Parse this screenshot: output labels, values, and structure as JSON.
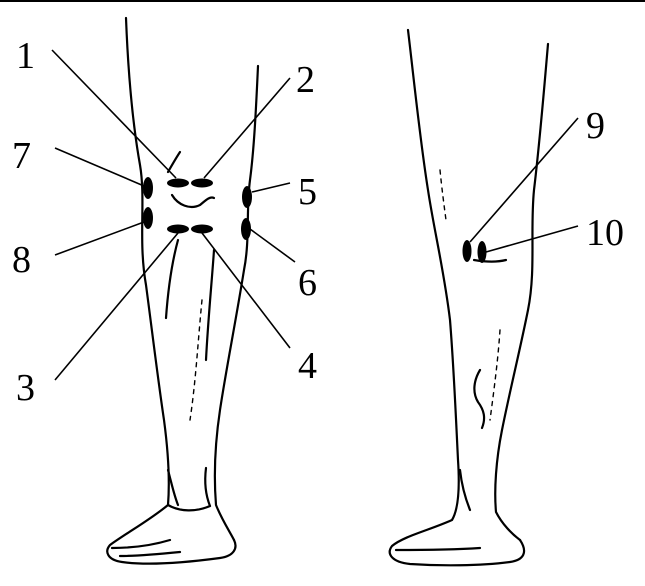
{
  "markers": [
    {
      "id": "1",
      "label": "1"
    },
    {
      "id": "2",
      "label": "2"
    },
    {
      "id": "3",
      "label": "3"
    },
    {
      "id": "4",
      "label": "4"
    },
    {
      "id": "5",
      "label": "5"
    },
    {
      "id": "6",
      "label": "6"
    },
    {
      "id": "7",
      "label": "7"
    },
    {
      "id": "8",
      "label": "8"
    },
    {
      "id": "9",
      "label": "9"
    },
    {
      "id": "10",
      "label": "10"
    }
  ],
  "colors": {
    "ink": "#000000",
    "background": "#ffffff"
  }
}
